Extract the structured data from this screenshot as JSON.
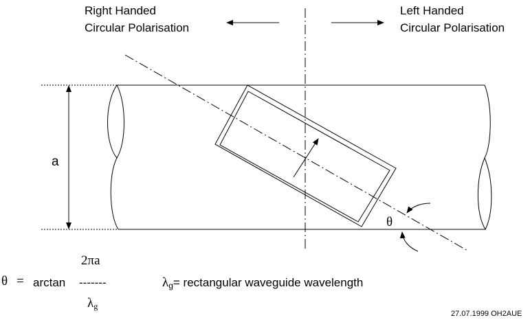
{
  "labels": {
    "right_handed_line1": "Right Handed",
    "right_handed_line2": "Circular Polarisation",
    "left_handed_line1": "Left Handed",
    "left_handed_line2": "Circular Polarisation",
    "dimension": "a",
    "angle": "θ"
  },
  "formula": {
    "lhs": "θ",
    "equals": "=",
    "function": "arctan",
    "numerator": "2πa",
    "fraction_bar": "-------",
    "denominator_symbol": "λ",
    "denominator_subscript": "g"
  },
  "definition": {
    "symbol": "λ",
    "subscript": "g",
    "text": "=  rectangular waveguide wavelength"
  },
  "footer": {
    "credit": "27.07.1999 OH2AUE"
  },
  "colors": {
    "line": "#000000",
    "background": "#ffffff"
  }
}
